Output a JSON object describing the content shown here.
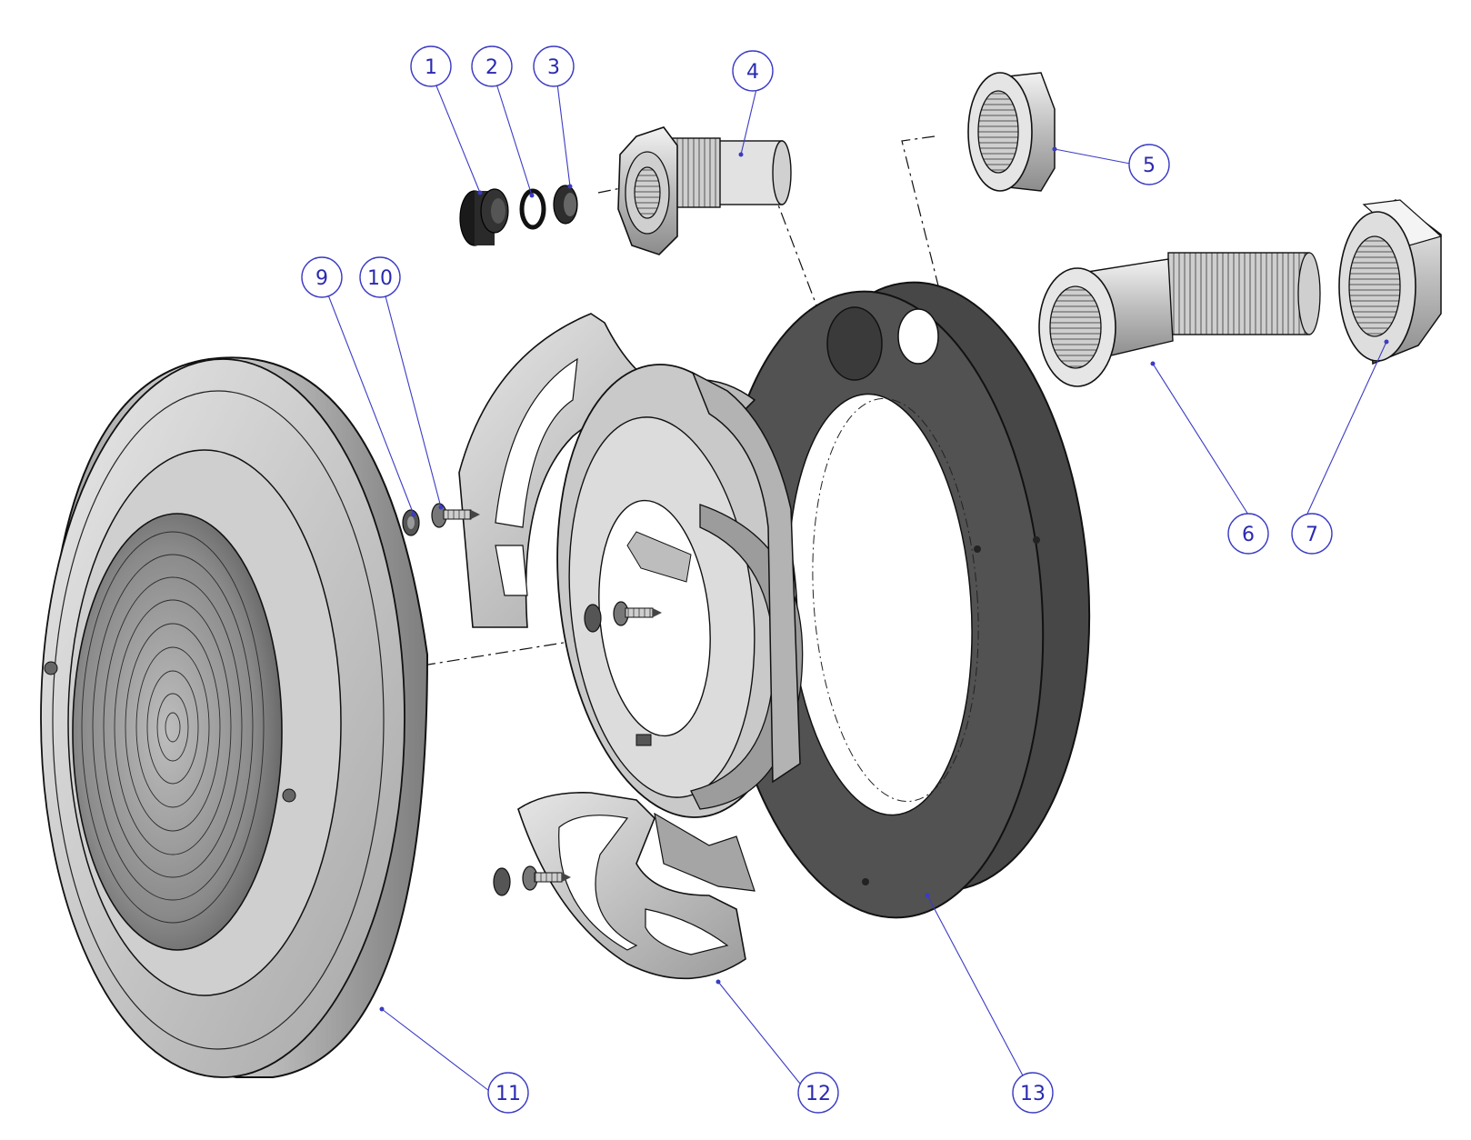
{
  "figure": {
    "balloons": [
      {
        "id": "balloon-1",
        "label": "1"
      },
      {
        "id": "balloon-2",
        "label": "2"
      },
      {
        "id": "balloon-3",
        "label": "3"
      },
      {
        "id": "balloon-4",
        "label": "4"
      },
      {
        "id": "balloon-5",
        "label": "5"
      },
      {
        "id": "balloon-6",
        "label": "6"
      },
      {
        "id": "balloon-7",
        "label": "7"
      },
      {
        "id": "balloon-9",
        "label": "9"
      },
      {
        "id": "balloon-10",
        "label": "10"
      },
      {
        "id": "balloon-11",
        "label": "11"
      },
      {
        "id": "balloon-12",
        "label": "12"
      },
      {
        "id": "balloon-13",
        "label": "13"
      }
    ],
    "colors": {
      "balloon_stroke": "#3b3bc4",
      "balloon_text": "#2a2ab0",
      "gasket": "#505050",
      "part_light": "#d4d4d4",
      "part_dark": "#1e1e1e"
    }
  }
}
